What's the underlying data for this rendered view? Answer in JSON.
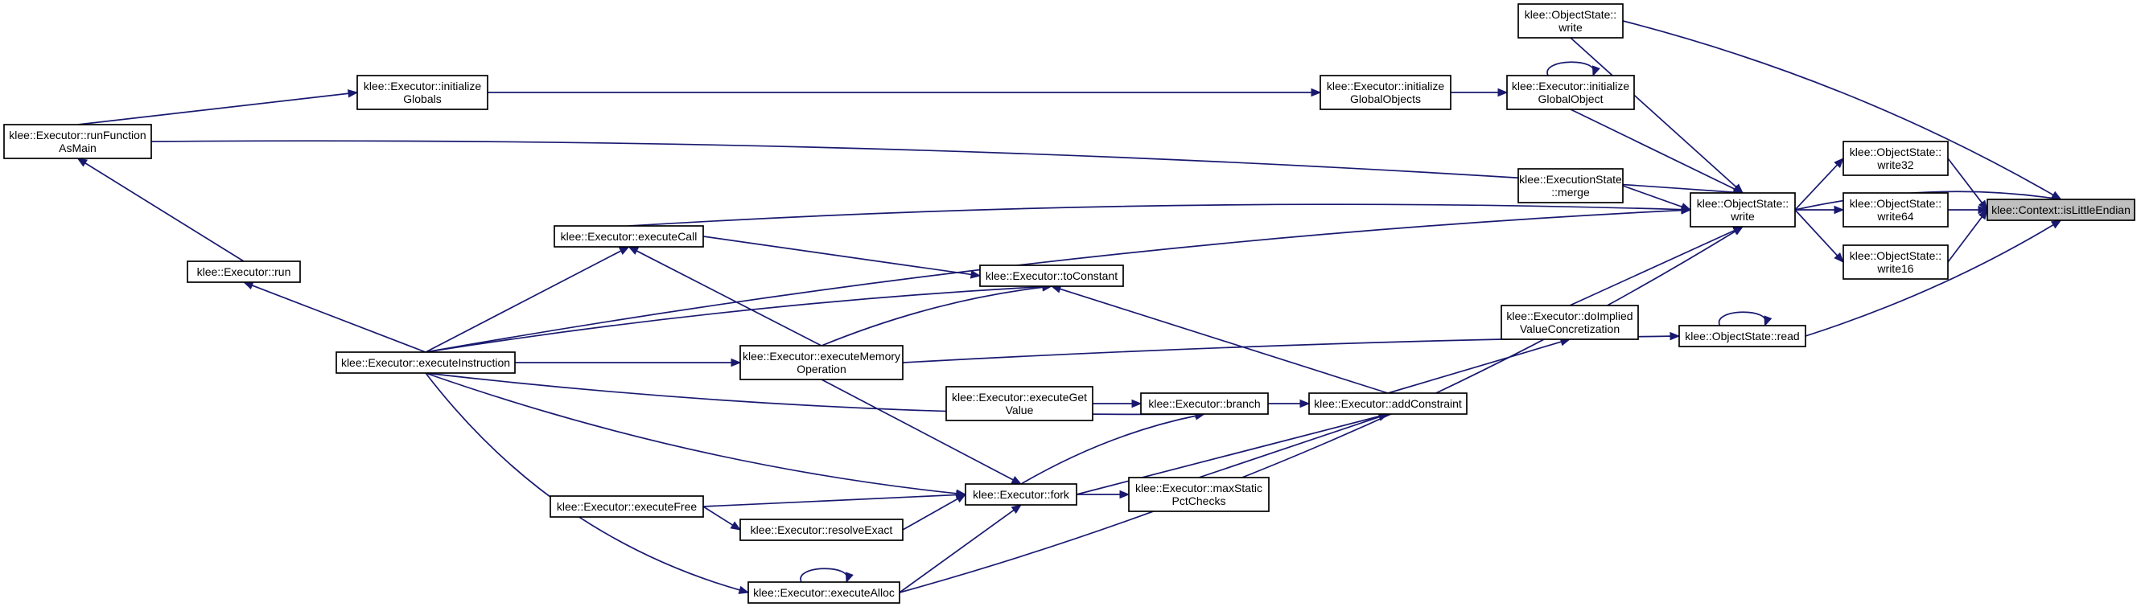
{
  "colors": {
    "edge": "#191970",
    "root_fill": "#bfbfbf",
    "node_fill": "#ffffff",
    "node_border": "#000000"
  },
  "nodes": {
    "isLittleEndian": [
      "klee::Context::isLittleEndian"
    ],
    "osWrite": [
      "klee::ObjectState::",
      "write"
    ],
    "osWriteTop": [
      "klee::ObjectState::",
      "write"
    ],
    "osWrite32": [
      "klee::ObjectState::",
      "write32"
    ],
    "osWrite64": [
      "klee::ObjectState::",
      "write64"
    ],
    "osWrite16": [
      "klee::ObjectState::",
      "write16"
    ],
    "osRead": [
      "klee::ObjectState::read"
    ],
    "initGlobalObject": [
      "klee::Executor::initialize",
      "GlobalObject"
    ],
    "initGlobalObjects": [
      "klee::Executor::initialize",
      "GlobalObjects"
    ],
    "initGlobals": [
      "klee::Executor::initialize",
      "Globals"
    ],
    "runFunctionAsMain": [
      "klee::Executor::runFunction",
      "AsMain"
    ],
    "esMerge": [
      "klee::ExecutionState",
      "::merge"
    ],
    "executeCall": [
      "klee::Executor::executeCall"
    ],
    "toConstant": [
      "klee::Executor::toConstant"
    ],
    "run": [
      "klee::Executor::run"
    ],
    "executeInstruction": [
      "klee::Executor::executeInstruction"
    ],
    "executeMemoryOperation": [
      "klee::Executor::executeMemory",
      "Operation"
    ],
    "doImplied": [
      "klee::Executor::doImplied",
      "ValueConcretization"
    ],
    "addConstraint": [
      "klee::Executor::addConstraint"
    ],
    "branch": [
      "klee::Executor::branch"
    ],
    "executeGetValue": [
      "klee::Executor::executeGet",
      "Value"
    ],
    "maxStatic": [
      "klee::Executor::maxStatic",
      "PctChecks"
    ],
    "fork": [
      "klee::Executor::fork"
    ],
    "executeFree": [
      "klee::Executor::executeFree"
    ],
    "resolveExact": [
      "klee::Executor::resolveExact"
    ],
    "executeAlloc": [
      "klee::Executor::executeAlloc"
    ]
  }
}
